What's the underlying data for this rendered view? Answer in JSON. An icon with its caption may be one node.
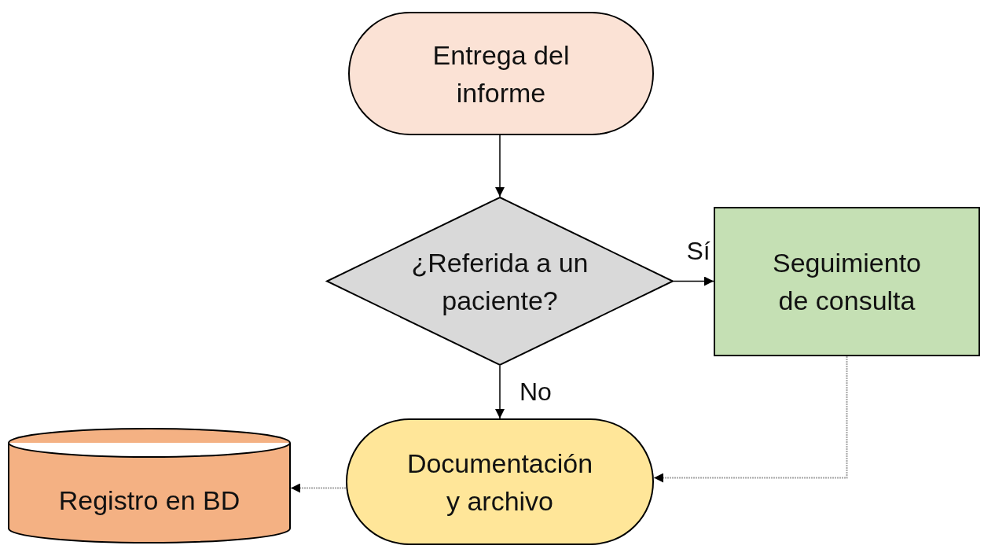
{
  "diagram": {
    "nodes": [
      {
        "text": [
          "Entrega del informe"
        ]
      },
      {
        "text": [
          "¿Referida a un paciente?"
        ]
      },
      {
        "text": [
          "Seguimiento de consulta"
        ]
      },
      {
        "text": [
          "Documentación y archivo"
        ]
      },
      {
        "text": [
          "Registro en BD"
        ]
      }
    ],
    "edges": [
      {
        "from": 0,
        "to": 1,
        "arrow": "to"
      },
      {
        "from": 1,
        "to": 2,
        "arrow": "to",
        "label": "Sí"
      },
      {
        "from": 1,
        "to": 3,
        "arrow": "to",
        "label": "No"
      },
      {
        "from": 3,
        "to": 4,
        "arrow": "to",
        "style": "dashed",
        "color": "#a6a6a6"
      },
      {
        "from": 2,
        "to": 3,
        "arrow": "to",
        "style": "dashed",
        "color": "#a6a6a6"
      }
    ]
  }
}
